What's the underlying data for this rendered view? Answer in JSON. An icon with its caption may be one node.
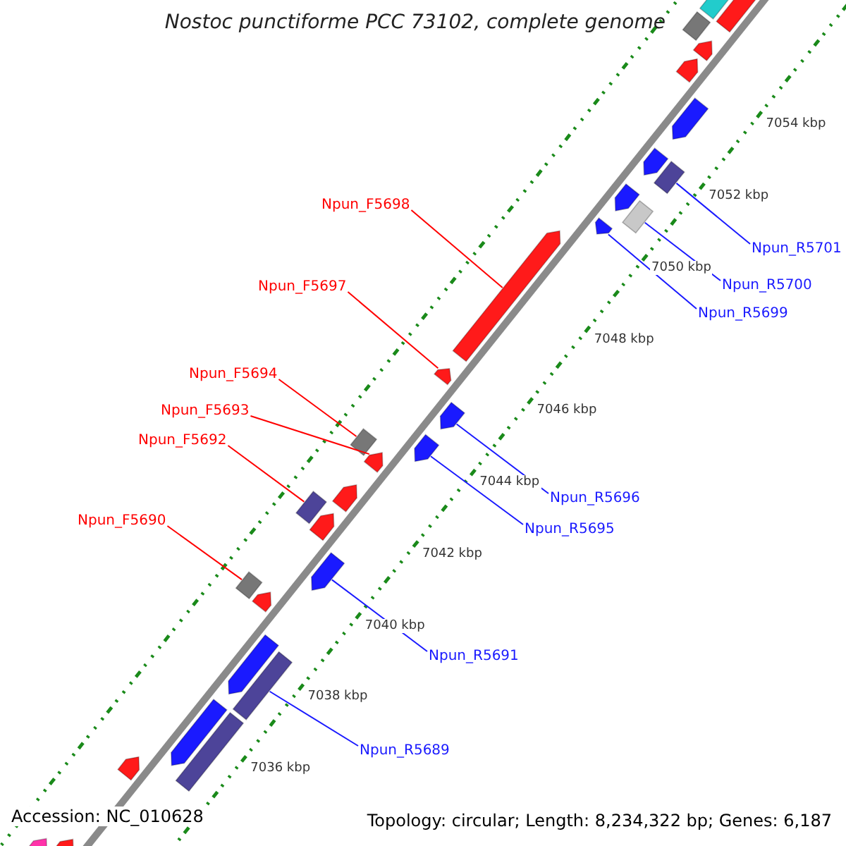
{
  "diagram": {
    "title": "Nostoc punctiforme PCC 73102, complete genome",
    "nodes": [
      {
        "text": [
          "Npun_F5698"
        ]
      },
      {
        "text": [
          "Npun_R5701"
        ]
      },
      {
        "text": [
          "Npun_R5700"
        ]
      },
      {
        "text": [
          "Npun_F5697"
        ]
      },
      {
        "text": [
          "Npun_R5699"
        ]
      },
      {
        "text": [
          "Npun_F5694"
        ]
      },
      {
        "text": [
          "Npun_F5693"
        ]
      },
      {
        "text": [
          "Npun_F5692"
        ]
      },
      {
        "text": [
          "Npun_R5696"
        ]
      },
      {
        "text": [
          "Npun_R5695"
        ]
      },
      {
        "text": [
          "Npun_F5690"
        ]
      },
      {
        "text": [
          "Npun_R5691"
        ]
      },
      {
        "text": [
          "Npun_R5689"
        ]
      },
      {
        "text": [],
        "shape": "arrow"
      },
      {
        "text": [],
        "shape": "arrow"
      },
      {
        "text": [],
        "shape": "box"
      },
      {
        "text": [],
        "shape": "arrow"
      },
      {
        "text": [],
        "shape": "arrow"
      },
      {
        "text": [],
        "shape": "arrow"
      },
      {
        "text": [],
        "shape": "arrow"
      },
      {
        "text": [],
        "shape": "box"
      },
      {
        "text": [],
        "shape": "arrow"
      },
      {
        "text": [],
        "shape": "box"
      },
      {
        "text": [],
        "shape": "arrow"
      },
      {
        "text": [],
        "shape": "arrow"
      },
      {
        "text": [],
        "shape": "arrow"
      },
      {
        "text": [],
        "shape": "arrow"
      },
      {
        "text": [],
        "shape": "box"
      },
      {
        "text": [],
        "shape": "arrow"
      },
      {
        "text": [],
        "shape": "arrow"
      },
      {
        "text": [],
        "shape": "arrow"
      },
      {
        "text": [],
        "shape": "box"
      },
      {
        "text": [],
        "shape": "arrow"
      },
      {
        "text": [],
        "shape": "arrow"
      },
      {
        "text": [],
        "shape": "box"
      },
      {
        "text": [],
        "shape": "arrow"
      },
      {
        "text": [],
        "shape": "arrow"
      },
      {
        "text": [],
        "shape": "box"
      },
      {
        "text": [],
        "shape": "arrow"
      },
      {
        "text": [],
        "shape": "box"
      },
      {
        "text": [],
        "shape": "arrow"
      },
      {
        "text": [],
        "shape": "arrow"
      },
      {
        "text": [],
        "shape": "arrow"
      }
    ],
    "edges": [
      {
        "from": 0,
        "to": 24,
        "arrow": "none",
        "color": "#ff0000"
      },
      {
        "from": 1,
        "to": 20,
        "arrow": "none"
      },
      {
        "from": 2,
        "to": 22,
        "arrow": "none"
      },
      {
        "from": 3,
        "to": 25,
        "arrow": "none",
        "color": "#ff0000"
      },
      {
        "from": 4,
        "to": 23,
        "arrow": "none"
      },
      {
        "from": 5,
        "to": 27,
        "arrow": "none",
        "color": "#ff0000"
      },
      {
        "from": 6,
        "to": 29,
        "arrow": "none",
        "color": "#ff0000"
      },
      {
        "from": 7,
        "to": 31,
        "arrow": "none",
        "color": "#ff0000"
      },
      {
        "from": 8,
        "to": 26,
        "arrow": "none"
      },
      {
        "from": 9,
        "to": 28,
        "arrow": "none"
      },
      {
        "from": 10,
        "to": 34,
        "arrow": "none",
        "color": "#ff0000"
      },
      {
        "from": 11,
        "to": 33,
        "arrow": "none"
      },
      {
        "from": 12,
        "to": 37,
        "arrow": "none"
      }
    ],
    "labels": [
      "7054 kbp",
      "7052 kbp",
      "7050 kbp",
      "7048 kbp",
      "7046 kbp",
      "7044 kbp",
      "7042 kbp",
      "7040 kbp",
      "7038 kbp",
      "7036 kbp",
      "Accession: NC_010628",
      "Topology: circular; Length: 8,234,322 bp; Genes: 6,187"
    ]
  }
}
